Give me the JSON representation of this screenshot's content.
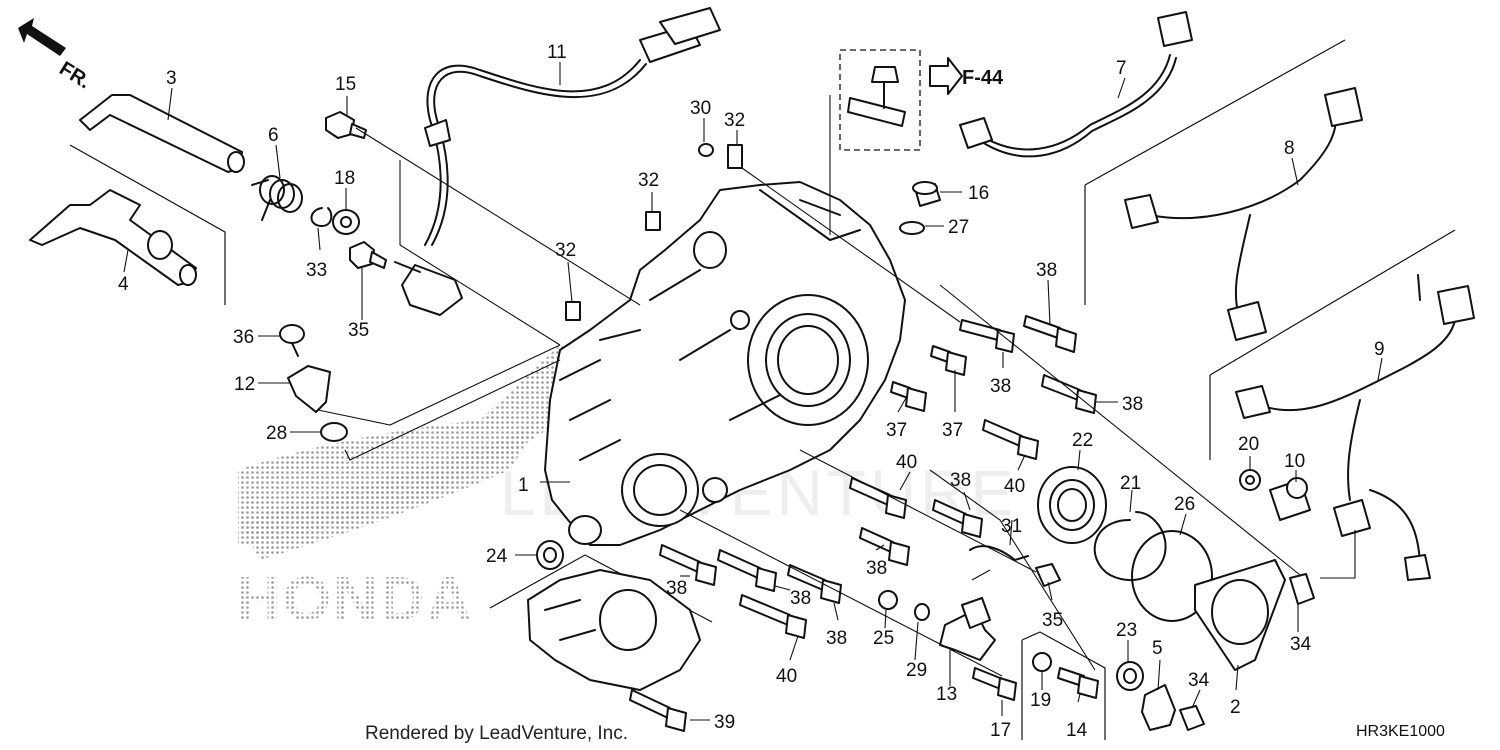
{
  "diagram": {
    "direction_label": "FR.",
    "reference_label": "F-44",
    "watermark_text": "HONDA",
    "site_watermark": "LEADVENTURE",
    "credit": "Rendered by LeadVenture, Inc.",
    "diagram_code": "HR3KE1000",
    "callouts": [
      "1",
      "2",
      "3",
      "4",
      "5",
      "6",
      "7",
      "8",
      "9",
      "10",
      "11",
      "12",
      "13",
      "14",
      "15",
      "16",
      "17",
      "18",
      "19",
      "20",
      "21",
      "22",
      "23",
      "24",
      "25",
      "26",
      "27",
      "28",
      "29",
      "30",
      "31",
      "32",
      "32",
      "32",
      "33",
      "34",
      "34",
      "35",
      "35",
      "36",
      "37",
      "37",
      "38",
      "38",
      "38",
      "38",
      "38",
      "38",
      "38",
      "38",
      "39",
      "40",
      "40",
      "40"
    ]
  }
}
